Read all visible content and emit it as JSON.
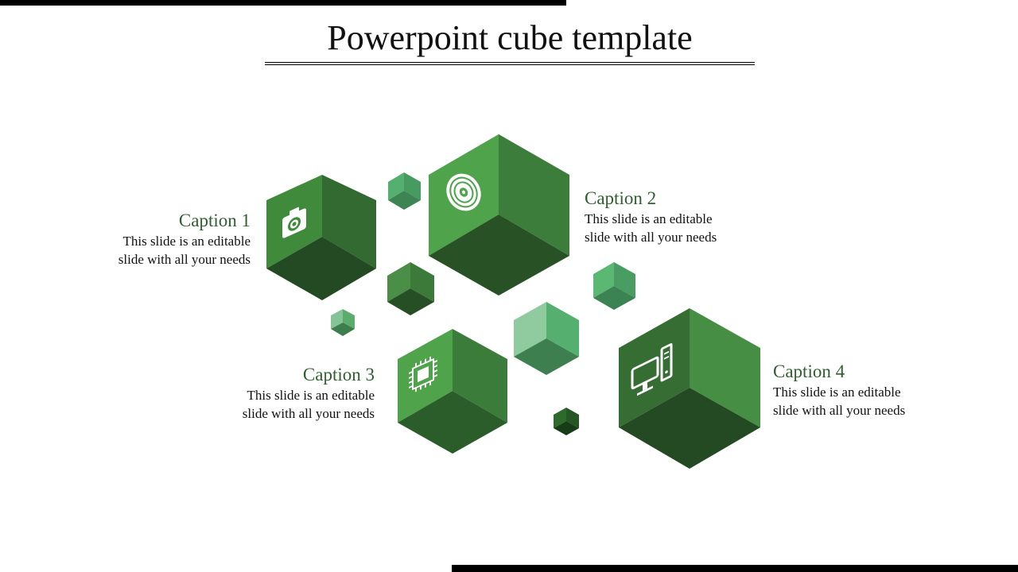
{
  "title": "Powerpoint cube template",
  "captions": [
    {
      "heading": "Caption 1",
      "line1": "This slide is an editable",
      "line2": "slide with all your needs"
    },
    {
      "heading": "Caption 2",
      "line1": "This slide is an editable",
      "line2": "slide with all your needs"
    },
    {
      "heading": "Caption 3",
      "line1": "This slide is an editable",
      "line2": "slide with all your needs"
    },
    {
      "heading": "Caption 4",
      "line1": "This slide is an editable",
      "line2": "slide with all your needs"
    }
  ],
  "icons": [
    "camera-icon",
    "disc-icon",
    "chip-icon",
    "computer-icon"
  ],
  "colors": {
    "caption": "#2f5f2f",
    "cube_light": "#4ea34b",
    "cube_mid": "#3b7c39",
    "cube_dark": "#264f25",
    "accent_mint": "#55b070"
  }
}
